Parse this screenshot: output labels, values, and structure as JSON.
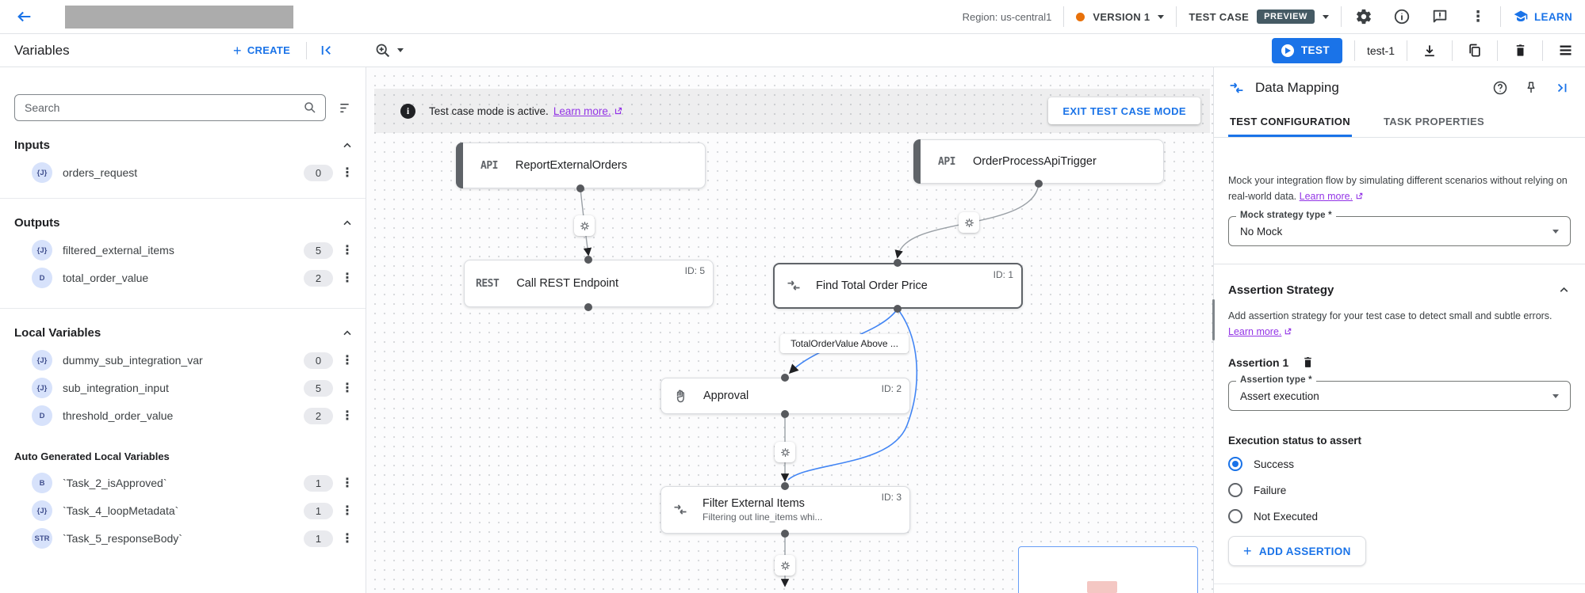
{
  "topbar": {
    "region": "Region: us-central1",
    "version": "VERSION 1",
    "test_case": "TEST CASE",
    "preview": "PREVIEW",
    "learn": "LEARN"
  },
  "toolbar": {
    "title": "Variables",
    "create": "CREATE",
    "test": "TEST",
    "test_name": "test-1"
  },
  "sidebar": {
    "search_placeholder": "Search",
    "inputs": {
      "title": "Inputs",
      "items": [
        {
          "type": "{J}",
          "name": "orders_request",
          "count": "0"
        }
      ]
    },
    "outputs": {
      "title": "Outputs",
      "items": [
        {
          "type": "{J}",
          "name": "filtered_external_items",
          "count": "5"
        },
        {
          "type": "D",
          "name": "total_order_value",
          "count": "2"
        }
      ]
    },
    "locals": {
      "title": "Local Variables",
      "items": [
        {
          "type": "{J}",
          "name": "dummy_sub_integration_var",
          "count": "0"
        },
        {
          "type": "{J}",
          "name": "sub_integration_input",
          "count": "5"
        },
        {
          "type": "D",
          "name": "threshold_order_value",
          "count": "2"
        }
      ]
    },
    "auto": {
      "title": "Auto Generated Local Variables",
      "items": [
        {
          "type": "B",
          "name": "`Task_2_isApproved`",
          "count": "1"
        },
        {
          "type": "{J}",
          "name": "`Task_4_loopMetadata`",
          "count": "1"
        },
        {
          "type": "STR",
          "name": "`Task_5_responseBody`",
          "count": "1"
        }
      ]
    }
  },
  "canvas": {
    "banner": {
      "text": "Test case mode is active.",
      "link": "Learn more.",
      "exit": "EXIT TEST CASE MODE"
    },
    "nodes": {
      "report": {
        "badge": "API",
        "title": "ReportExternalOrders"
      },
      "trigger": {
        "badge": "API",
        "title": "OrderProcessApiTrigger"
      },
      "rest": {
        "badge": "REST",
        "title": "Call REST Endpoint",
        "id": "ID: 5"
      },
      "find_total": {
        "title": "Find Total Order Price",
        "id": "ID: 1"
      },
      "approval": {
        "title": "Approval",
        "id": "ID: 2"
      },
      "filter": {
        "title": "Filter External Items",
        "subtitle": "Filtering out line_items whi...",
        "id": "ID: 3"
      }
    },
    "edge_label": "TotalOrderValue Above ..."
  },
  "panel": {
    "title": "Data Mapping",
    "tabs": [
      {
        "label": "TEST CONFIGURATION"
      },
      {
        "label": "TASK PROPERTIES"
      }
    ],
    "mock": {
      "desc": "Mock your integration flow by simulating different scenarios without relying on real-world data.",
      "link": "Learn more.",
      "field_label": "Mock strategy type *",
      "value": "No Mock"
    },
    "assertion": {
      "title": "Assertion Strategy",
      "desc": "Add assertion strategy for your test case to detect small and subtle errors.",
      "link": "Learn more.",
      "item": "Assertion 1",
      "type_label": "Assertion type *",
      "type_value": "Assert execution",
      "status_label": "Execution status to assert",
      "options": [
        {
          "label": "Success"
        },
        {
          "label": "Failure"
        },
        {
          "label": "Not Executed"
        }
      ],
      "add": "ADD ASSERTION"
    }
  },
  "colors": {
    "accent": "#1a73e8",
    "link_purple": "#9334e6",
    "version_dot": "#e8710a"
  }
}
